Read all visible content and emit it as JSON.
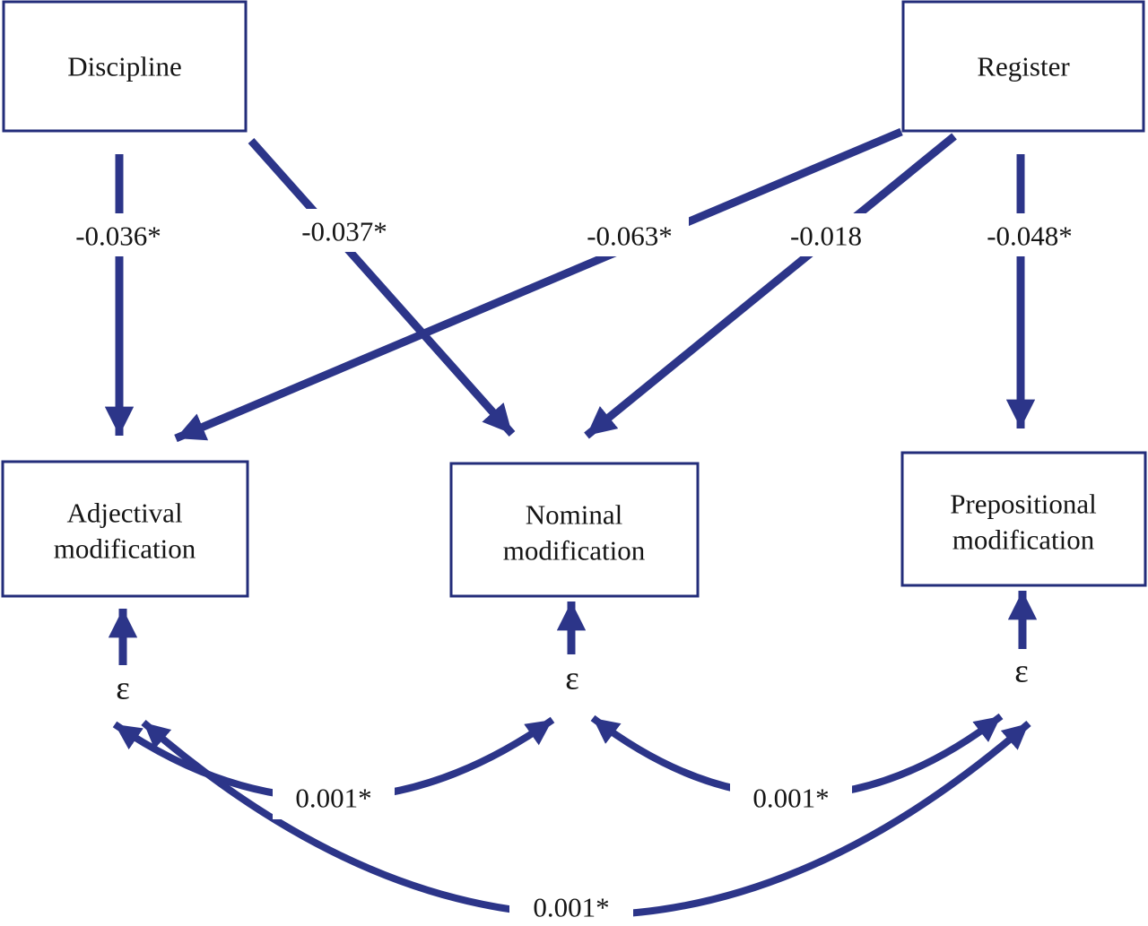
{
  "colors": {
    "line": "#2c3589",
    "box-border": "#232d7a",
    "text": "#151515",
    "background": "#ffffff"
  },
  "boxes": {
    "discipline": {
      "label": "Discipline"
    },
    "register": {
      "label": "Register"
    },
    "adjectival": {
      "line1": "Adjectival",
      "line2": "modification"
    },
    "nominal": {
      "line1": "Nominal",
      "line2": "modification"
    },
    "prepositional": {
      "line1": "Prepositional",
      "line2": "modification"
    }
  },
  "paths": [
    {
      "from": "Discipline",
      "to": "Adjectival modification",
      "coefficient": "-0.036*"
    },
    {
      "from": "Discipline",
      "to": "Nominal modification",
      "coefficient": "-0.037*"
    },
    {
      "from": "Register",
      "to": "Adjectival modification",
      "coefficient": "-0.063*"
    },
    {
      "from": "Register",
      "to": "Nominal modification",
      "coefficient": "-0.018"
    },
    {
      "from": "Register",
      "to": "Prepositional modification",
      "coefficient": "-0.048*"
    }
  ],
  "error_terms": [
    {
      "target": "Adjectival modification",
      "symbol": "ε"
    },
    {
      "target": "Nominal modification",
      "symbol": "ε"
    },
    {
      "target": "Prepositional modification",
      "symbol": "ε"
    }
  ],
  "covariances": [
    {
      "between": "Adjectival error / Nominal error",
      "coefficient": "0.001*"
    },
    {
      "between": "Nominal error / Prepositional error",
      "coefficient": "0.001*"
    },
    {
      "between": "Adjectival error / Prepositional error",
      "coefficient": "0.001*"
    }
  ]
}
